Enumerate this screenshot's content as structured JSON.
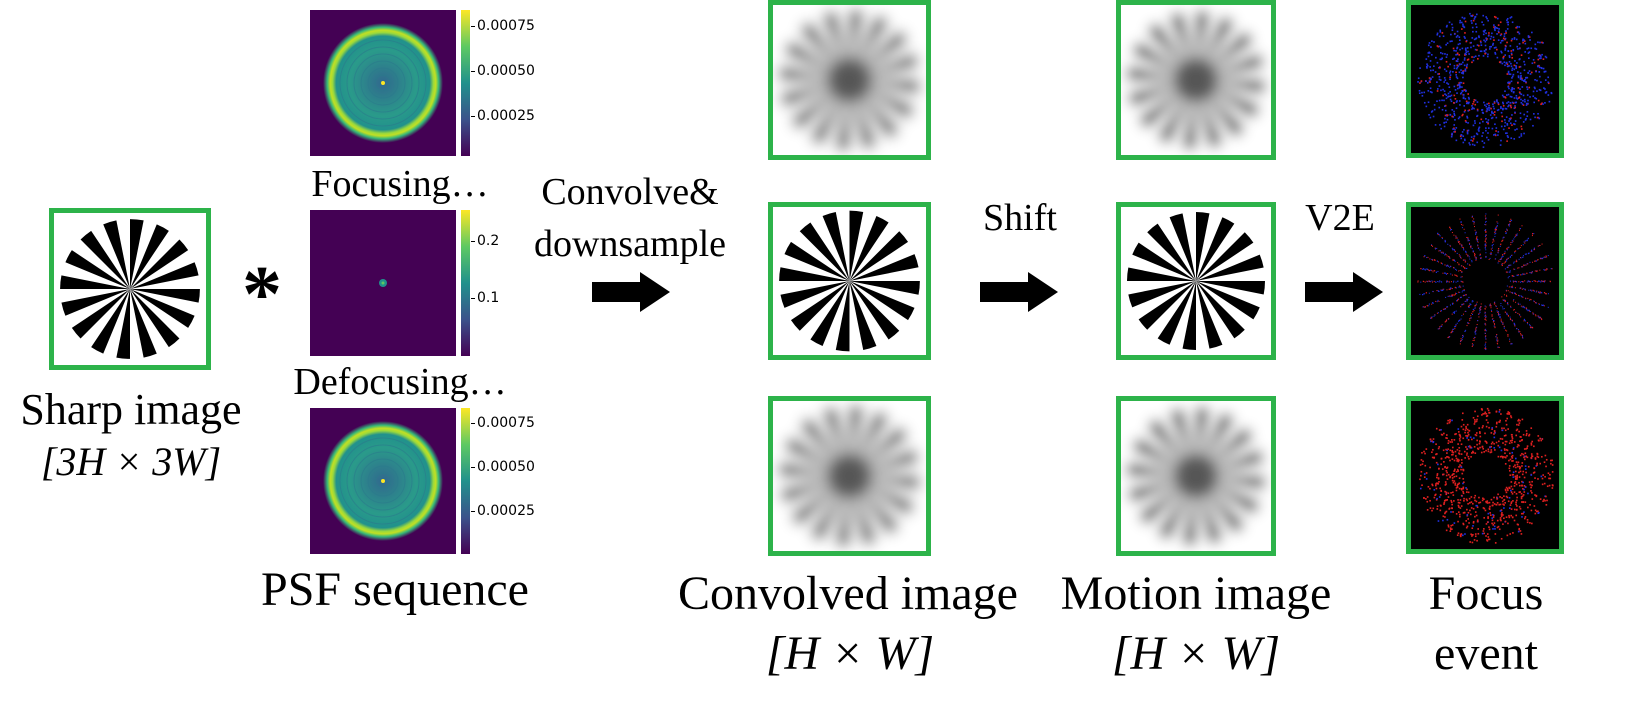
{
  "sharp": {
    "title": "Sharp image",
    "dims": "[3H × 3W]"
  },
  "operator": "*",
  "psf": {
    "caption": "PSF sequence",
    "label_focusing": "Focusing…",
    "label_defocusing": "Defocusing…",
    "colorbar_top": [
      "0.00075",
      "0.00050",
      "0.00025"
    ],
    "colorbar_mid": [
      "0.2",
      "0.1"
    ],
    "colorbar_bottom": [
      "0.00075",
      "0.00050",
      "0.00025"
    ]
  },
  "steps": {
    "convolve_line1": "Convolve&",
    "convolve_line2": "downsample",
    "shift": "Shift",
    "v2e": "V2E"
  },
  "convolved": {
    "title": "Convolved image",
    "dims": "[H × W]"
  },
  "motion": {
    "title": "Motion image",
    "dims": "[H × W]"
  },
  "events": {
    "title_line1": "Focus",
    "title_line2": "event"
  },
  "colors": {
    "frame": "#2db34a",
    "viridis_dark": "#440154",
    "viridis_teal": "#21918c",
    "viridis_yellow": "#fde725",
    "event_red": "#e02020",
    "event_blue": "#2030e0"
  }
}
